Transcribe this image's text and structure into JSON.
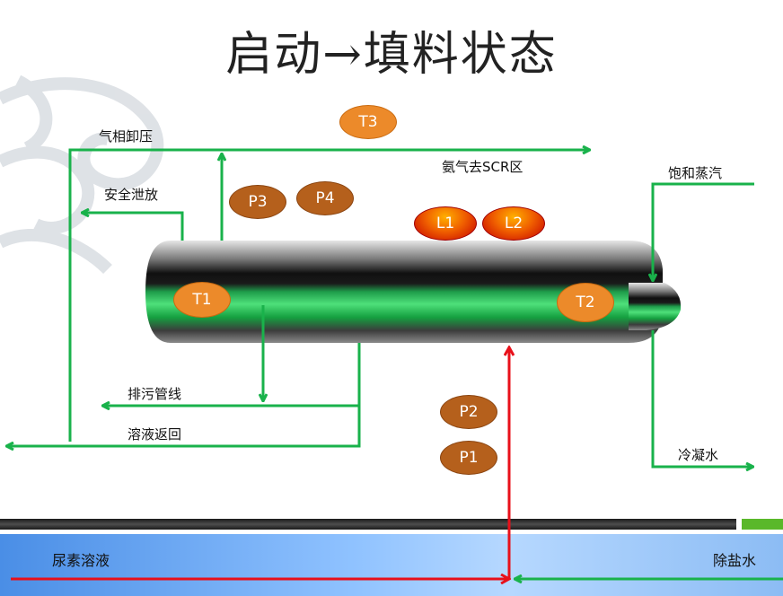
{
  "title": "启动→填料状态",
  "labels": {
    "gas_unload": "气相卸压",
    "safety_vent": "安全泄放",
    "ammonia_scr": "氨气去SCR区",
    "saturated_steam": "饱和蒸汽",
    "drain_line": "排污管线",
    "solution_return": "溶液返回",
    "condensate": "冷凝水",
    "urea_solution": "尿素溶液",
    "demin_water": "除盐水"
  },
  "instruments": {
    "T3": "T3",
    "P3": "P3",
    "P4": "P4",
    "L1": "L1",
    "L2": "L2",
    "T1": "T1",
    "T2": "T2",
    "P2": "P2",
    "P1": "P1"
  },
  "colors": {
    "green_line": "#19b24b",
    "red_line": "#e8101a",
    "instrument_brown": "#b5601c",
    "instrument_orange": "#ec8a2a"
  }
}
